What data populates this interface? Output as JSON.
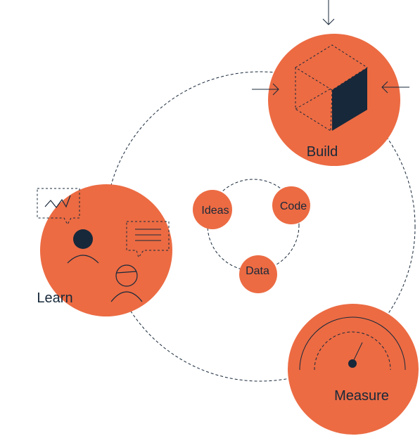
{
  "diagram": {
    "nodes": {
      "build": {
        "label": "Build",
        "icon": "cube-icon"
      },
      "measure": {
        "label": "Measure",
        "icon": "gauge-icon"
      },
      "learn": {
        "label": "Learn",
        "icon": "people-chat-icon"
      }
    },
    "inner_nodes": {
      "ideas": {
        "label": "Ideas"
      },
      "code": {
        "label": "Code"
      },
      "data": {
        "label": "Data"
      }
    }
  },
  "colors": {
    "accent": "#ec6b43",
    "ink": "#17283a",
    "background": "#ffffff"
  }
}
